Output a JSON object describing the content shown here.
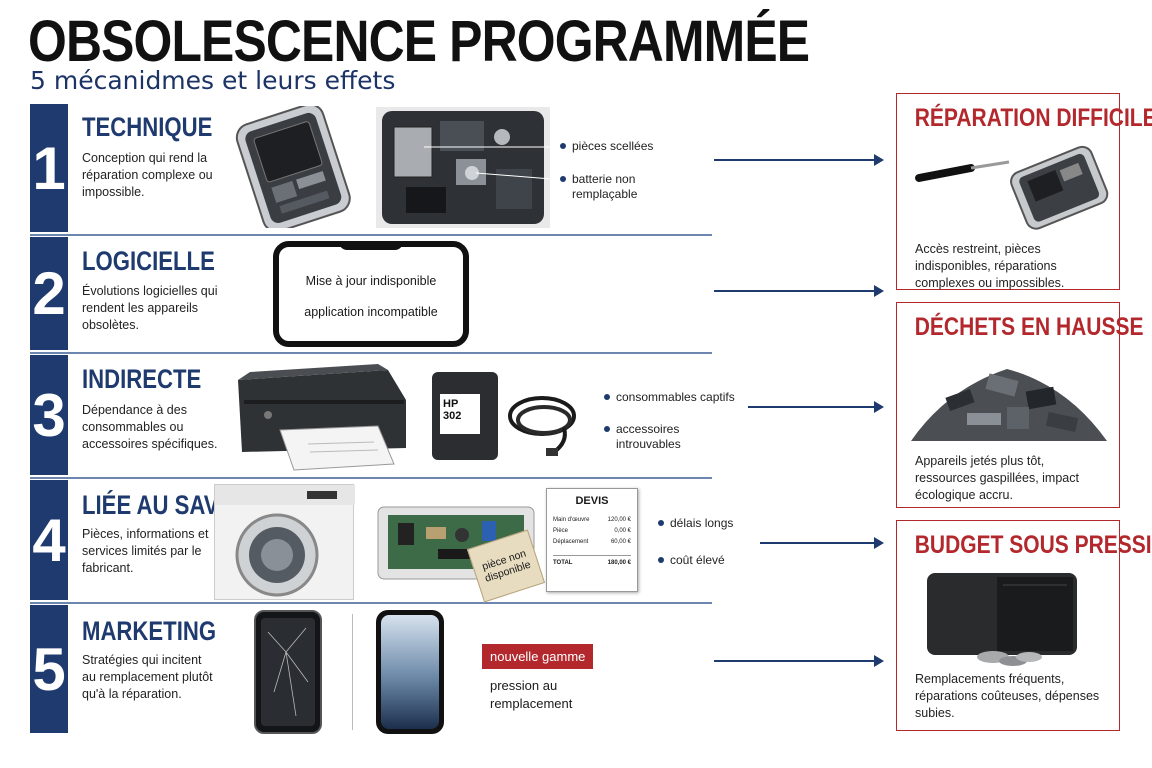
{
  "title": "OBSOLESCENCE PROGRAMMÉE",
  "subtitle": "5 mécanidmes et leurs effets",
  "mechanisms": [
    {
      "number": "1",
      "heading": "TECHNIQUE",
      "description": "Conception qui rend la réparation complexe ou impossible.",
      "labels": [
        "pièces scellées",
        "batterie non remplaçable"
      ]
    },
    {
      "number": "2",
      "heading": "LOGICIELLE",
      "description": "Évolutions logicielles qui rendent les appareils obsolètes.",
      "phone_messages": [
        "Mise à jour indisponible",
        "application incompatible"
      ]
    },
    {
      "number": "3",
      "heading": "INDIRECTE",
      "description": "Dépendance à des consommables ou accessoires spécifiques.",
      "labels": [
        "consommables captifs",
        "accessoires introuvables"
      ],
      "cartridge_text": "HP 302"
    },
    {
      "number": "4",
      "heading": "LIÉE AU SAV",
      "description": "Pièces, informations et services limités par le fabricant.",
      "labels": [
        "délais longs",
        "coût élevé"
      ],
      "tag": "pièce non disponible",
      "invoice": {
        "title": "DEVIS",
        "rows": [
          {
            "item": "Main d'œuvre",
            "price": "120,00 €"
          },
          {
            "item": "Pièce",
            "price": "0,00 €"
          },
          {
            "item": "Déplacement",
            "price": "60,00 €"
          }
        ],
        "total_label": "TOTAL",
        "total_value": "180,00 €"
      }
    },
    {
      "number": "5",
      "heading": "MARKETING",
      "description": "Stratégies qui incitent au remplacement plutôt qu'à la réparation.",
      "badge": "nouvelle gamme",
      "caption": "pression au remplacement"
    }
  ],
  "effects": [
    {
      "title": "RÉPARATION DIFFICILE",
      "text": "Accès restreint, pièces indisponibles, réparations complexes ou impossibles."
    },
    {
      "title": "DÉCHETS EN HAUSSE",
      "text": "Appareils jetés plus tôt, ressources gaspillées, impact écologique accru."
    },
    {
      "title": "BUDGET SOUS PRESSION",
      "text": "Remplacements fréquents, réparations coûteuses, dépenses subies."
    }
  ],
  "colors": {
    "navy": "#1e3a6e",
    "red": "#b3282d"
  }
}
